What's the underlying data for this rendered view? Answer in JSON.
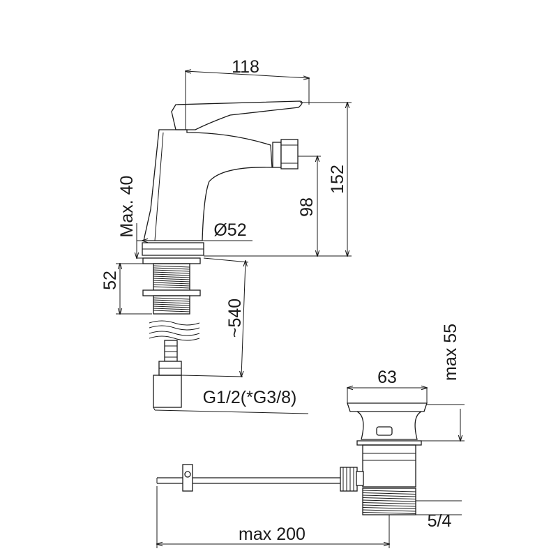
{
  "dimensions": {
    "width_118": "118",
    "height_152": "152",
    "spout_height_98": "98",
    "hole_diameter": "Ø52",
    "max_deck_40": "Max. 40",
    "shank_52": "52",
    "hose_length": "~540",
    "connection_thread": "G1/2(*G3/8)",
    "waste_diameter_63": "63",
    "waste_max_55": "max 55",
    "rod_max_200": "max 200",
    "waste_thread": "5/4"
  }
}
